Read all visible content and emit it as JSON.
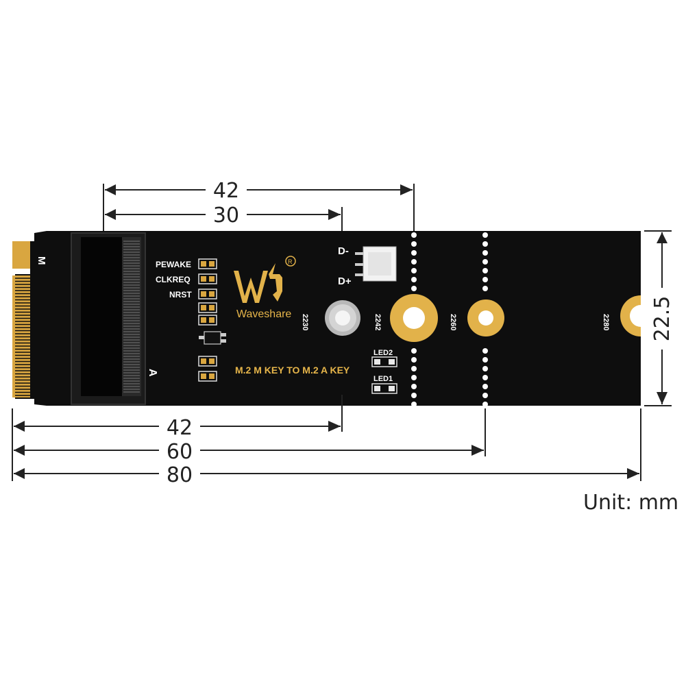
{
  "dimensions": {
    "top_42": "42",
    "top_30": "30",
    "bottom_42": "42",
    "bottom_60": "60",
    "bottom_80": "80",
    "height": "22.5"
  },
  "unit_label": "Unit: mm",
  "board": {
    "brand": "Waveshare",
    "title": "M.2 M KEY TO M.2 A KEY",
    "key_m": "M",
    "key_a": "A",
    "signals": [
      "PEWAKE",
      "CLKREQ",
      "NRST"
    ],
    "usb_minus": "D-",
    "usb_plus": "D+",
    "led2": "LED2",
    "led1": "LED1",
    "mount_2230": "2230",
    "mount_2242": "2242",
    "mount_2260": "2260",
    "mount_2280": "2280"
  },
  "colors": {
    "pcb": "#0d0d0d",
    "gold": "#e2b24a",
    "silkscreen": "#ffffff",
    "dimension": "#222222"
  }
}
